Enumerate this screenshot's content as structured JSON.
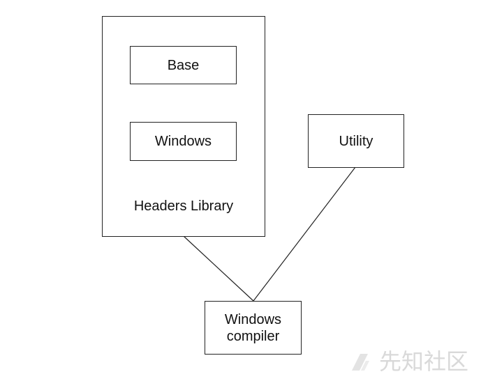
{
  "diagram": {
    "container": {
      "label": "Headers Library"
    },
    "nodes": {
      "base": "Base",
      "windows": "Windows",
      "utility": "Utility",
      "windows_compiler": "Windows\ncompiler"
    }
  },
  "watermark": {
    "text": "先知社区",
    "icon_name": "logo-mark"
  }
}
